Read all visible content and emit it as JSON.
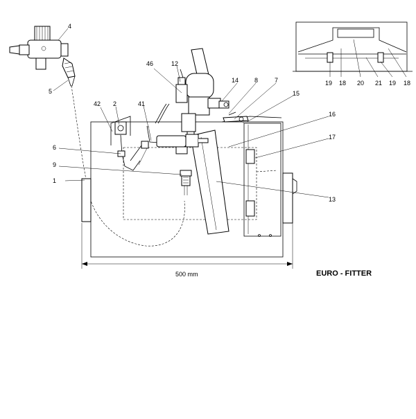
{
  "brand": "EURO - FITTER",
  "dimension": "500 mm",
  "callouts": {
    "c1": "1",
    "c2": "2",
    "c4": "4",
    "c5": "5",
    "c6": "6",
    "c7": "7",
    "c8": "8",
    "c9": "9",
    "c12": "12",
    "c13": "13",
    "c14": "14",
    "c15": "15",
    "c16": "16",
    "c17": "17",
    "c41": "41",
    "c42": "42",
    "c46": "46"
  },
  "detail_callouts": {
    "d19a": "19",
    "d18a": "18",
    "d20": "20",
    "d21": "21",
    "d19b": "19",
    "d18b": "18"
  }
}
